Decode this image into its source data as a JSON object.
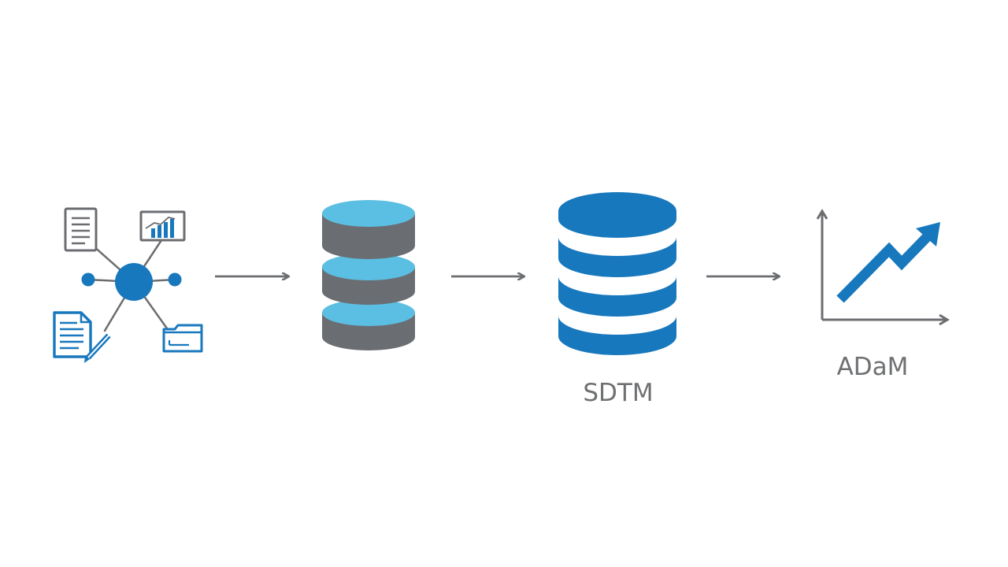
{
  "stages": [
    {
      "name": "source-data",
      "icon": "data-sources-network-icon",
      "label": ""
    },
    {
      "name": "raw-database",
      "icon": "raw-database-icon",
      "label": ""
    },
    {
      "name": "sdtm",
      "icon": "sdtm-database-icon",
      "label": "SDTM"
    },
    {
      "name": "adam",
      "icon": "adam-trend-chart-icon",
      "label": "ADaM"
    }
  ],
  "source_icons": [
    "document-icon",
    "bar-chart-icon",
    "document-edit-icon",
    "folder-icon"
  ],
  "colors": {
    "primary_blue": "#1878bd",
    "light_blue": "#5bbfe3",
    "dark_gray": "#6a6e72",
    "line_gray": "#6b6d70",
    "text_gray": "#6e7072",
    "background": "#ffffff"
  }
}
